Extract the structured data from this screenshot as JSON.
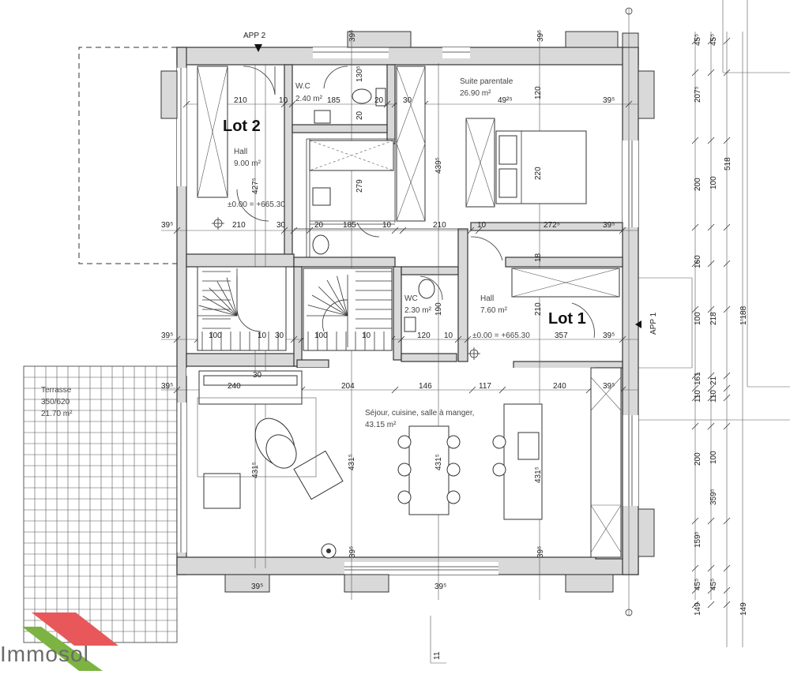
{
  "labels": {
    "lot2": "Lot 2",
    "lot1": "Lot 1",
    "app2": "APP 2",
    "app1": "APP 1",
    "wc_top": "W.C",
    "wc_top_area": "2.40 m²",
    "suite": "Suite parentale",
    "suite_area": "26.90 m²",
    "hall_left": "Hall",
    "hall_left_area": "9.00 m²",
    "hall_left_level": "±0.00 = +665.30",
    "wc_mid": "WC",
    "wc_mid_area": "2.30 m²",
    "hall_right": "Hall",
    "hall_right_area": "7.60 m²",
    "hall_right_level": "±0.00 = +665.30",
    "terrasse": "Terrasse",
    "terrasse_dims": "350/620",
    "terrasse_area": "21.70 m²",
    "sejour": "Séjour, cuisine, salle à manger,",
    "sejour_area": "43.15 m²"
  },
  "dimensions": {
    "d210a": "210",
    "d10a": "10",
    "d185a": "185",
    "d20a": "20",
    "d30a": "30",
    "d492": "49²⁵",
    "d39a": "39⁵",
    "d210b": "210",
    "d30b": "30",
    "d20b": "20",
    "d185b": "185",
    "d10b": "10",
    "d210c": "210",
    "d10c": "10",
    "d272": "272⁵",
    "d39b": "39⁵",
    "d39c": "39⁵",
    "d100a": "100",
    "d10d": "10",
    "d30c": "30",
    "d100b": "100",
    "d10e": "10",
    "d120": "120",
    "d10f": "10",
    "d357": "357",
    "d39d": "39⁵",
    "d39e": "39⁵",
    "d240a": "240",
    "d30d": "30",
    "d204": "204",
    "d146": "146",
    "d117": "117",
    "d240b": "240",
    "d39f": "39⁵",
    "v120": "120",
    "v220": "220",
    "v279": "279",
    "v427": "427⁵",
    "v439": "439⁵",
    "v190": "190",
    "v210": "210",
    "v431a": "431⁵",
    "v431b": "431⁵",
    "v431c": "431⁵",
    "v431d": "431⁵",
    "v130": "130⁵",
    "v18": "18",
    "v20": "20",
    "r45a": "45⁵",
    "r45b": "45⁵",
    "r207": "207⁵",
    "r518": "518",
    "r200a": "200",
    "r100a": "100",
    "r160": "160",
    "r100b": "100",
    "r218": "218",
    "r1188": "1'188",
    "r161": "161",
    "r21": "21",
    "r110a": "110",
    "r110b": "110",
    "r200b": "200",
    "r100c": "100",
    "r359": "359⁵",
    "r159": "159⁵",
    "r45c": "45⁵",
    "r45d": "45⁵",
    "r149a": "149",
    "r149b": "149",
    "top395a": "39⁵",
    "top395b": "39⁵",
    "bot395a": "39⁵",
    "bot395b": "39⁵",
    "mid395a": "39⁵",
    "mid395b": "39⁵",
    "v11": "11"
  },
  "logo": {
    "name": "Immosol",
    "colors": {
      "red": "#e8585b",
      "green": "#7cb342",
      "text": "#6b6b6b"
    }
  },
  "colors": {
    "wall_fill": "#d9d9d9",
    "line": "#333333"
  }
}
